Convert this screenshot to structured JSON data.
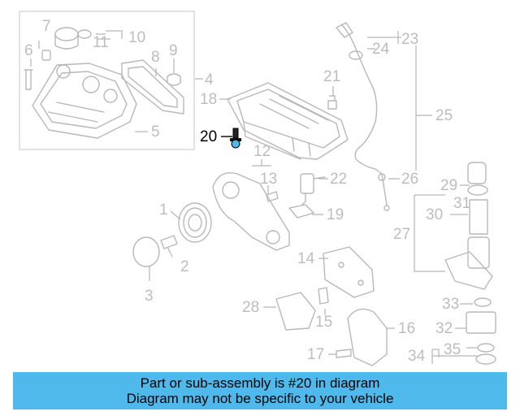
{
  "highlight": {
    "part_number": "20",
    "color": "#4fb9ec"
  },
  "labels": {
    "l1": "1",
    "l2": "2",
    "l3": "3",
    "l4": "4",
    "l5": "5",
    "l6": "6",
    "l7": "7",
    "l8": "8",
    "l9": "9",
    "l10": "10",
    "l11": "11",
    "l12": "12",
    "l13": "13",
    "l14": "14",
    "l15": "15",
    "l16": "16",
    "l17": "17",
    "l18": "18",
    "l19": "19",
    "l20": "20",
    "l21": "21",
    "l22": "22",
    "l23": "23",
    "l24": "24",
    "l25": "25",
    "l26": "26",
    "l27": "27",
    "l28": "28",
    "l29": "29",
    "l30": "30",
    "l31": "31",
    "l32": "32",
    "l33": "33",
    "l34": "34",
    "l35": "35"
  },
  "banner": {
    "line1": "Part or sub-assembly is #20 in diagram",
    "line2": "Diagram may not be specific to your vehicle",
    "background": "#4fb9ec"
  }
}
